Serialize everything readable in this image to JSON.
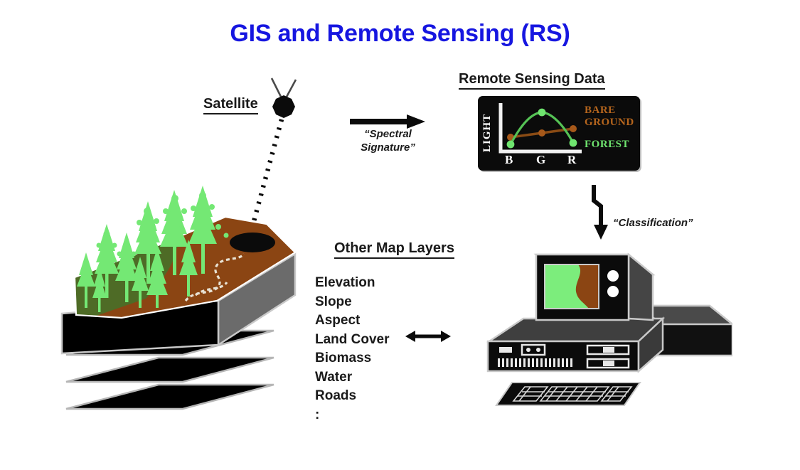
{
  "title": "GIS and Remote Sensing (RS)",
  "accent_color": "#1616e0",
  "satellite": {
    "label": "Satellite",
    "icon": "satellite-icon",
    "beam": "dotted-sensor-beam"
  },
  "spectral": {
    "arrow_icon": "right-arrow-icon",
    "caption_line1": "“Spectral",
    "caption_line2": "Signature”"
  },
  "remote_sensing": {
    "heading": "Remote Sensing Data",
    "legend": {
      "bare_line1": "BARE",
      "bare_line2": "GROUND",
      "forest": "FOREST",
      "bare_color": "#b5651d",
      "forest_color": "#6fe56f"
    }
  },
  "chart_data": {
    "type": "line",
    "title": "Remote Sensing Data",
    "xlabel": "",
    "ylabel": "LIGHT",
    "categories": [
      "B",
      "G",
      "R"
    ],
    "x": [
      0,
      1,
      2
    ],
    "ylim": [
      0,
      10
    ],
    "grid": false,
    "legend_position": "right",
    "panel_background": "#0b0b0b",
    "axis_color": "#ffffff",
    "series": [
      {
        "name": "FOREST",
        "color": "#6fe56f",
        "values": [
          1.6,
          7.6,
          1.9
        ]
      },
      {
        "name": "BARE GROUND",
        "color": "#b5651d",
        "values": [
          3.1,
          3.9,
          4.5
        ]
      }
    ],
    "tick_labels": [
      "B",
      "G",
      "R"
    ]
  },
  "classification": {
    "arrow_icon": "zigzag-down-arrow-icon",
    "caption": "“Classification”"
  },
  "terrain": {
    "icon": "terrain-block-icon",
    "forest_color": "#4e6b26",
    "bare_ground_color": "#8b4513",
    "tree_color": "#74e874",
    "layer_count": 3,
    "layer_color": "#000000",
    "trail_icon": "dotted-trail-icon",
    "target_spot_icon": "sensor-footprint-icon"
  },
  "map_layers": {
    "heading": "Other Map Layers",
    "items": [
      "Elevation",
      "Slope",
      "Aspect",
      "Land Cover",
      "Biomass",
      "Water",
      "Roads",
      ":"
    ],
    "link_arrow_icon": "double-headed-arrow-icon"
  },
  "computer": {
    "icon": "desktop-computer-icon",
    "screen_green": "#7ced7c",
    "screen_brown": "#8b4513",
    "keyboard_icon": "keyboard-icon",
    "floppy_drive_icon": "floppy-drive-icon"
  }
}
